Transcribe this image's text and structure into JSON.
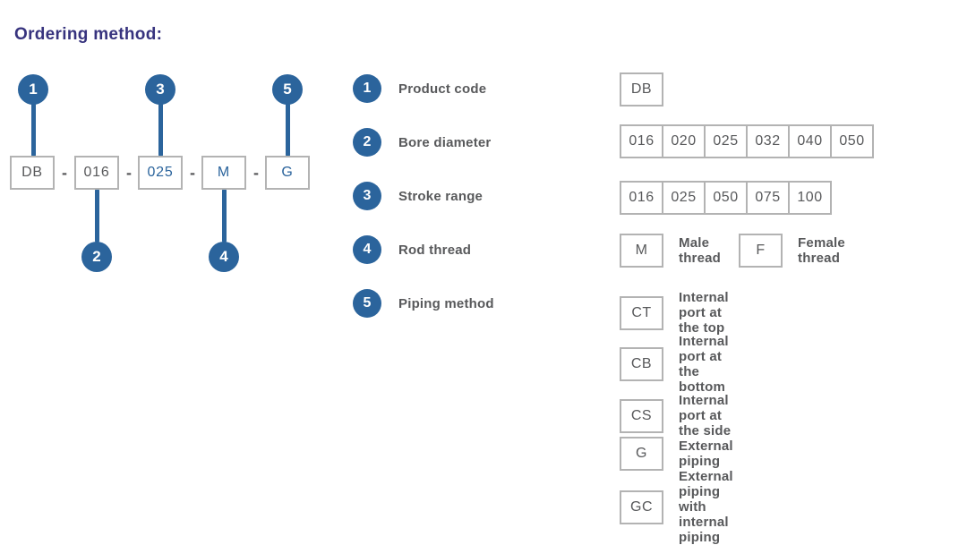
{
  "title": "Ordering method:",
  "colors": {
    "accent_blue": "#2b649c",
    "title_indigo": "#37337e",
    "border_gray": "#b3b3b3",
    "text_gray": "#58595b"
  },
  "order_code": {
    "separator": "-",
    "segments": [
      {
        "value": "DB",
        "highlight": false
      },
      {
        "value": "016",
        "highlight": false
      },
      {
        "value": "025",
        "highlight": true
      },
      {
        "value": "M",
        "highlight": true
      },
      {
        "value": "G",
        "highlight": true
      }
    ]
  },
  "legend": [
    {
      "num": "1",
      "label": "Product code"
    },
    {
      "num": "2",
      "label": "Bore diameter"
    },
    {
      "num": "3",
      "label": "Stroke range"
    },
    {
      "num": "4",
      "label": "Rod thread"
    },
    {
      "num": "5",
      "label": "Piping method"
    }
  ],
  "options": {
    "product_code": [
      "DB"
    ],
    "bore_diameter": [
      "016",
      "020",
      "025",
      "032",
      "040",
      "050"
    ],
    "stroke_range": [
      "016",
      "025",
      "050",
      "075",
      "100"
    ],
    "rod_thread": [
      {
        "code": "M",
        "label": "Male thread"
      },
      {
        "code": "F",
        "label": "Female thread"
      }
    ],
    "piping_method": [
      {
        "code": "CT",
        "label": "Internal port at the top"
      },
      {
        "code": "CB",
        "label": "Internal port at the bottom"
      },
      {
        "code": "CS",
        "label": "Internal port at the side"
      },
      {
        "code": "G",
        "label": "External piping"
      },
      {
        "code": "GC",
        "label": "External piping with internal piping"
      }
    ]
  }
}
